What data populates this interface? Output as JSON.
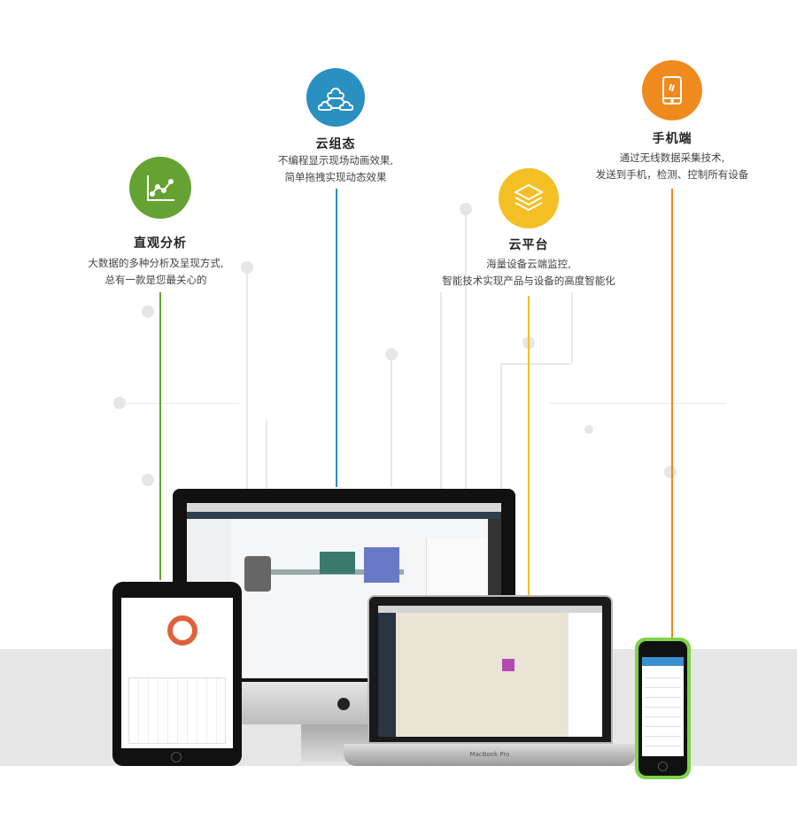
{
  "features": [
    {
      "title": "直观分析",
      "desc_line1": "大数据的多种分析及呈现方式,",
      "desc_line2": "总有一款是您最关心的",
      "icon": "line-chart-icon",
      "color": "#66a232"
    },
    {
      "title": "云组态",
      "desc_line1": "不编程显示现场动画效果,",
      "desc_line2": "简单拖拽实现动态效果",
      "icon": "cloud-network-icon",
      "color": "#2a8fc1"
    },
    {
      "title": "云平台",
      "desc_line1": "海量设备云端监控,",
      "desc_line2": "智能技术实现产品与设备的高度智能化",
      "icon": "layers-icon",
      "color": "#f3bf24"
    },
    {
      "title": "手机端",
      "desc_line1": "通过无线数据采集技术,",
      "desc_line2": "发送到手机，检测、控制所有设备",
      "icon": "mobile-phone-icon",
      "color": "#f08a1e"
    }
  ],
  "devices": {
    "laptop_brand": "MacBook Pro"
  }
}
